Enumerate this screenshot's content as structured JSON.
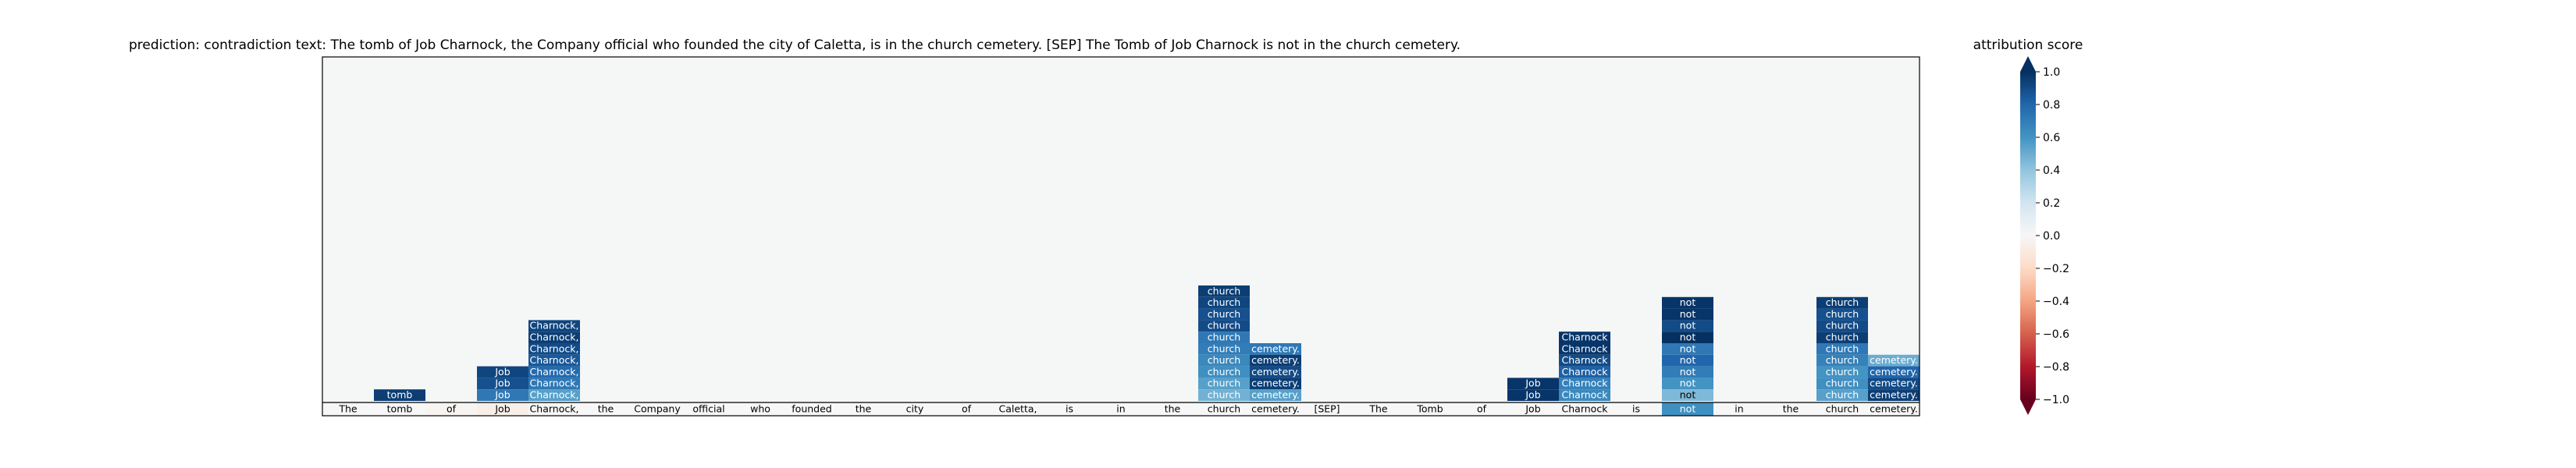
{
  "chart_data": {
    "type": "heatmap",
    "title": "prediction:  contradiction     text:  The tomb of Job Charnock, the Company official who founded the city of Caletta, is in the church cemetery. [SEP] The Tomb of Job Charnock is not in the church cemetery.",
    "tokens": [
      "The",
      "tomb",
      "of",
      "Job",
      "Charnock,",
      "the",
      "Company",
      "official",
      "who",
      "founded",
      "the",
      "city",
      "of",
      "Caletta,",
      "is",
      "in",
      "the",
      "church",
      "cemetery.",
      "[SEP]",
      "The",
      "Tomb",
      "of",
      "Job",
      "Charnock",
      "is",
      "not",
      "in",
      "the",
      "church",
      "cemetery."
    ],
    "token_scores": [
      0.0,
      0.0,
      -0.02,
      -0.06,
      0.0,
      0.0,
      0.0,
      0.0,
      0.0,
      0.0,
      0.0,
      0.0,
      0.0,
      0.0,
      0.0,
      0.0,
      0.0,
      0.0,
      0.0,
      0.0,
      0.0,
      0.0,
      0.0,
      0.0,
      0.0,
      0.0,
      0.62,
      0.0,
      0.0,
      0.0,
      0.0
    ],
    "columns": [
      {
        "token_index": 1,
        "scores": [
          0.95
        ]
      },
      {
        "token_index": 3,
        "scores": [
          0.92,
          0.88,
          0.72
        ]
      },
      {
        "token_index": 4,
        "scores": [
          0.92,
          0.95,
          0.9,
          0.85,
          0.78,
          0.72,
          0.55
        ]
      },
      {
        "token_index": 17,
        "scores": [
          0.95,
          0.92,
          0.88,
          0.9,
          0.72,
          0.7,
          0.65,
          0.62,
          0.55,
          0.48
        ]
      },
      {
        "token_index": 18,
        "scores": [
          0.72,
          0.95,
          0.9,
          0.95,
          0.55
        ]
      },
      {
        "token_index": 23,
        "scores": [
          0.98,
          0.98
        ]
      },
      {
        "token_index": 24,
        "scores": [
          0.98,
          0.98,
          0.9,
          0.82,
          0.68,
          0.65
        ]
      },
      {
        "token_index": 26,
        "scores": [
          0.98,
          0.98,
          0.9,
          1.0,
          0.72,
          0.8,
          0.7,
          0.6,
          0.45
        ]
      },
      {
        "token_index": 29,
        "scores": [
          0.95,
          0.88,
          0.9,
          0.95,
          0.72,
          0.68,
          0.6,
          0.62,
          0.55
        ]
      },
      {
        "token_index": 30,
        "scores": [
          0.5,
          0.8,
          0.9,
          0.95
        ]
      }
    ],
    "colorbar": {
      "label": "attribution score",
      "min": -1.0,
      "max": 1.0,
      "ticks": [
        "1.0",
        "0.8",
        "0.6",
        "0.4",
        "0.2",
        "0.0",
        "−0.2",
        "−0.4",
        "−0.6",
        "−0.8",
        "−1.0"
      ]
    }
  }
}
